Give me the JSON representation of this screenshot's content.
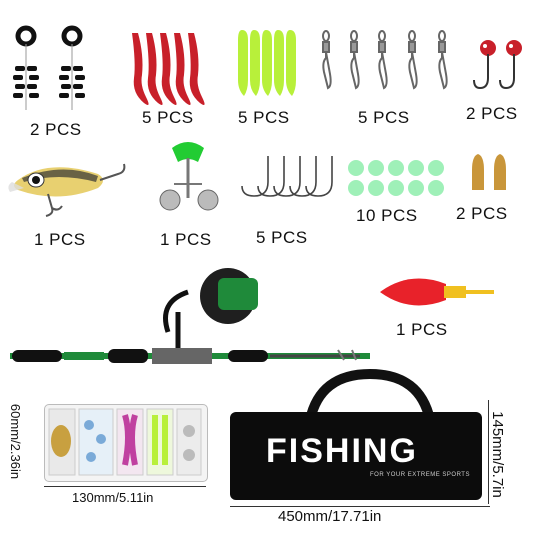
{
  "items": [
    {
      "name": "bobber-stoppers",
      "qty": "2 PCS"
    },
    {
      "name": "soft-worm-lures-red",
      "qty": "5 PCS"
    },
    {
      "name": "soft-shad-lures-green",
      "qty": "5 PCS"
    },
    {
      "name": "snap-swivels",
      "qty": "5 PCS"
    },
    {
      "name": "jig-head-hooks",
      "qty": "2 PCS"
    },
    {
      "name": "crankbait-lure",
      "qty": "1 PCS"
    },
    {
      "name": "bell-alarm",
      "qty": "1 PCS"
    },
    {
      "name": "offset-hooks",
      "qty": "5 PCS"
    },
    {
      "name": "glow-beads",
      "qty": "10 PCS"
    },
    {
      "name": "bullet-sinkers",
      "qty": "2 PCS"
    },
    {
      "name": "float-bobber",
      "qty": "1 PCS"
    }
  ],
  "bag": {
    "brand": "FISHING",
    "tagline": "FOR YOUR EXTREME SPORTS",
    "width_label": "450mm/17.71in",
    "height_label": "145mm/5.7in"
  },
  "tackle_box": {
    "width_label": "130mm/5.11in",
    "height_label": "60mm/2.36in"
  },
  "colors": {
    "rod_green": "#1f8a3a",
    "lure_red": "#c8202a",
    "lure_green": "#b8f03a",
    "bead_glow": "#9ff0b8",
    "brass": "#c9963a"
  }
}
